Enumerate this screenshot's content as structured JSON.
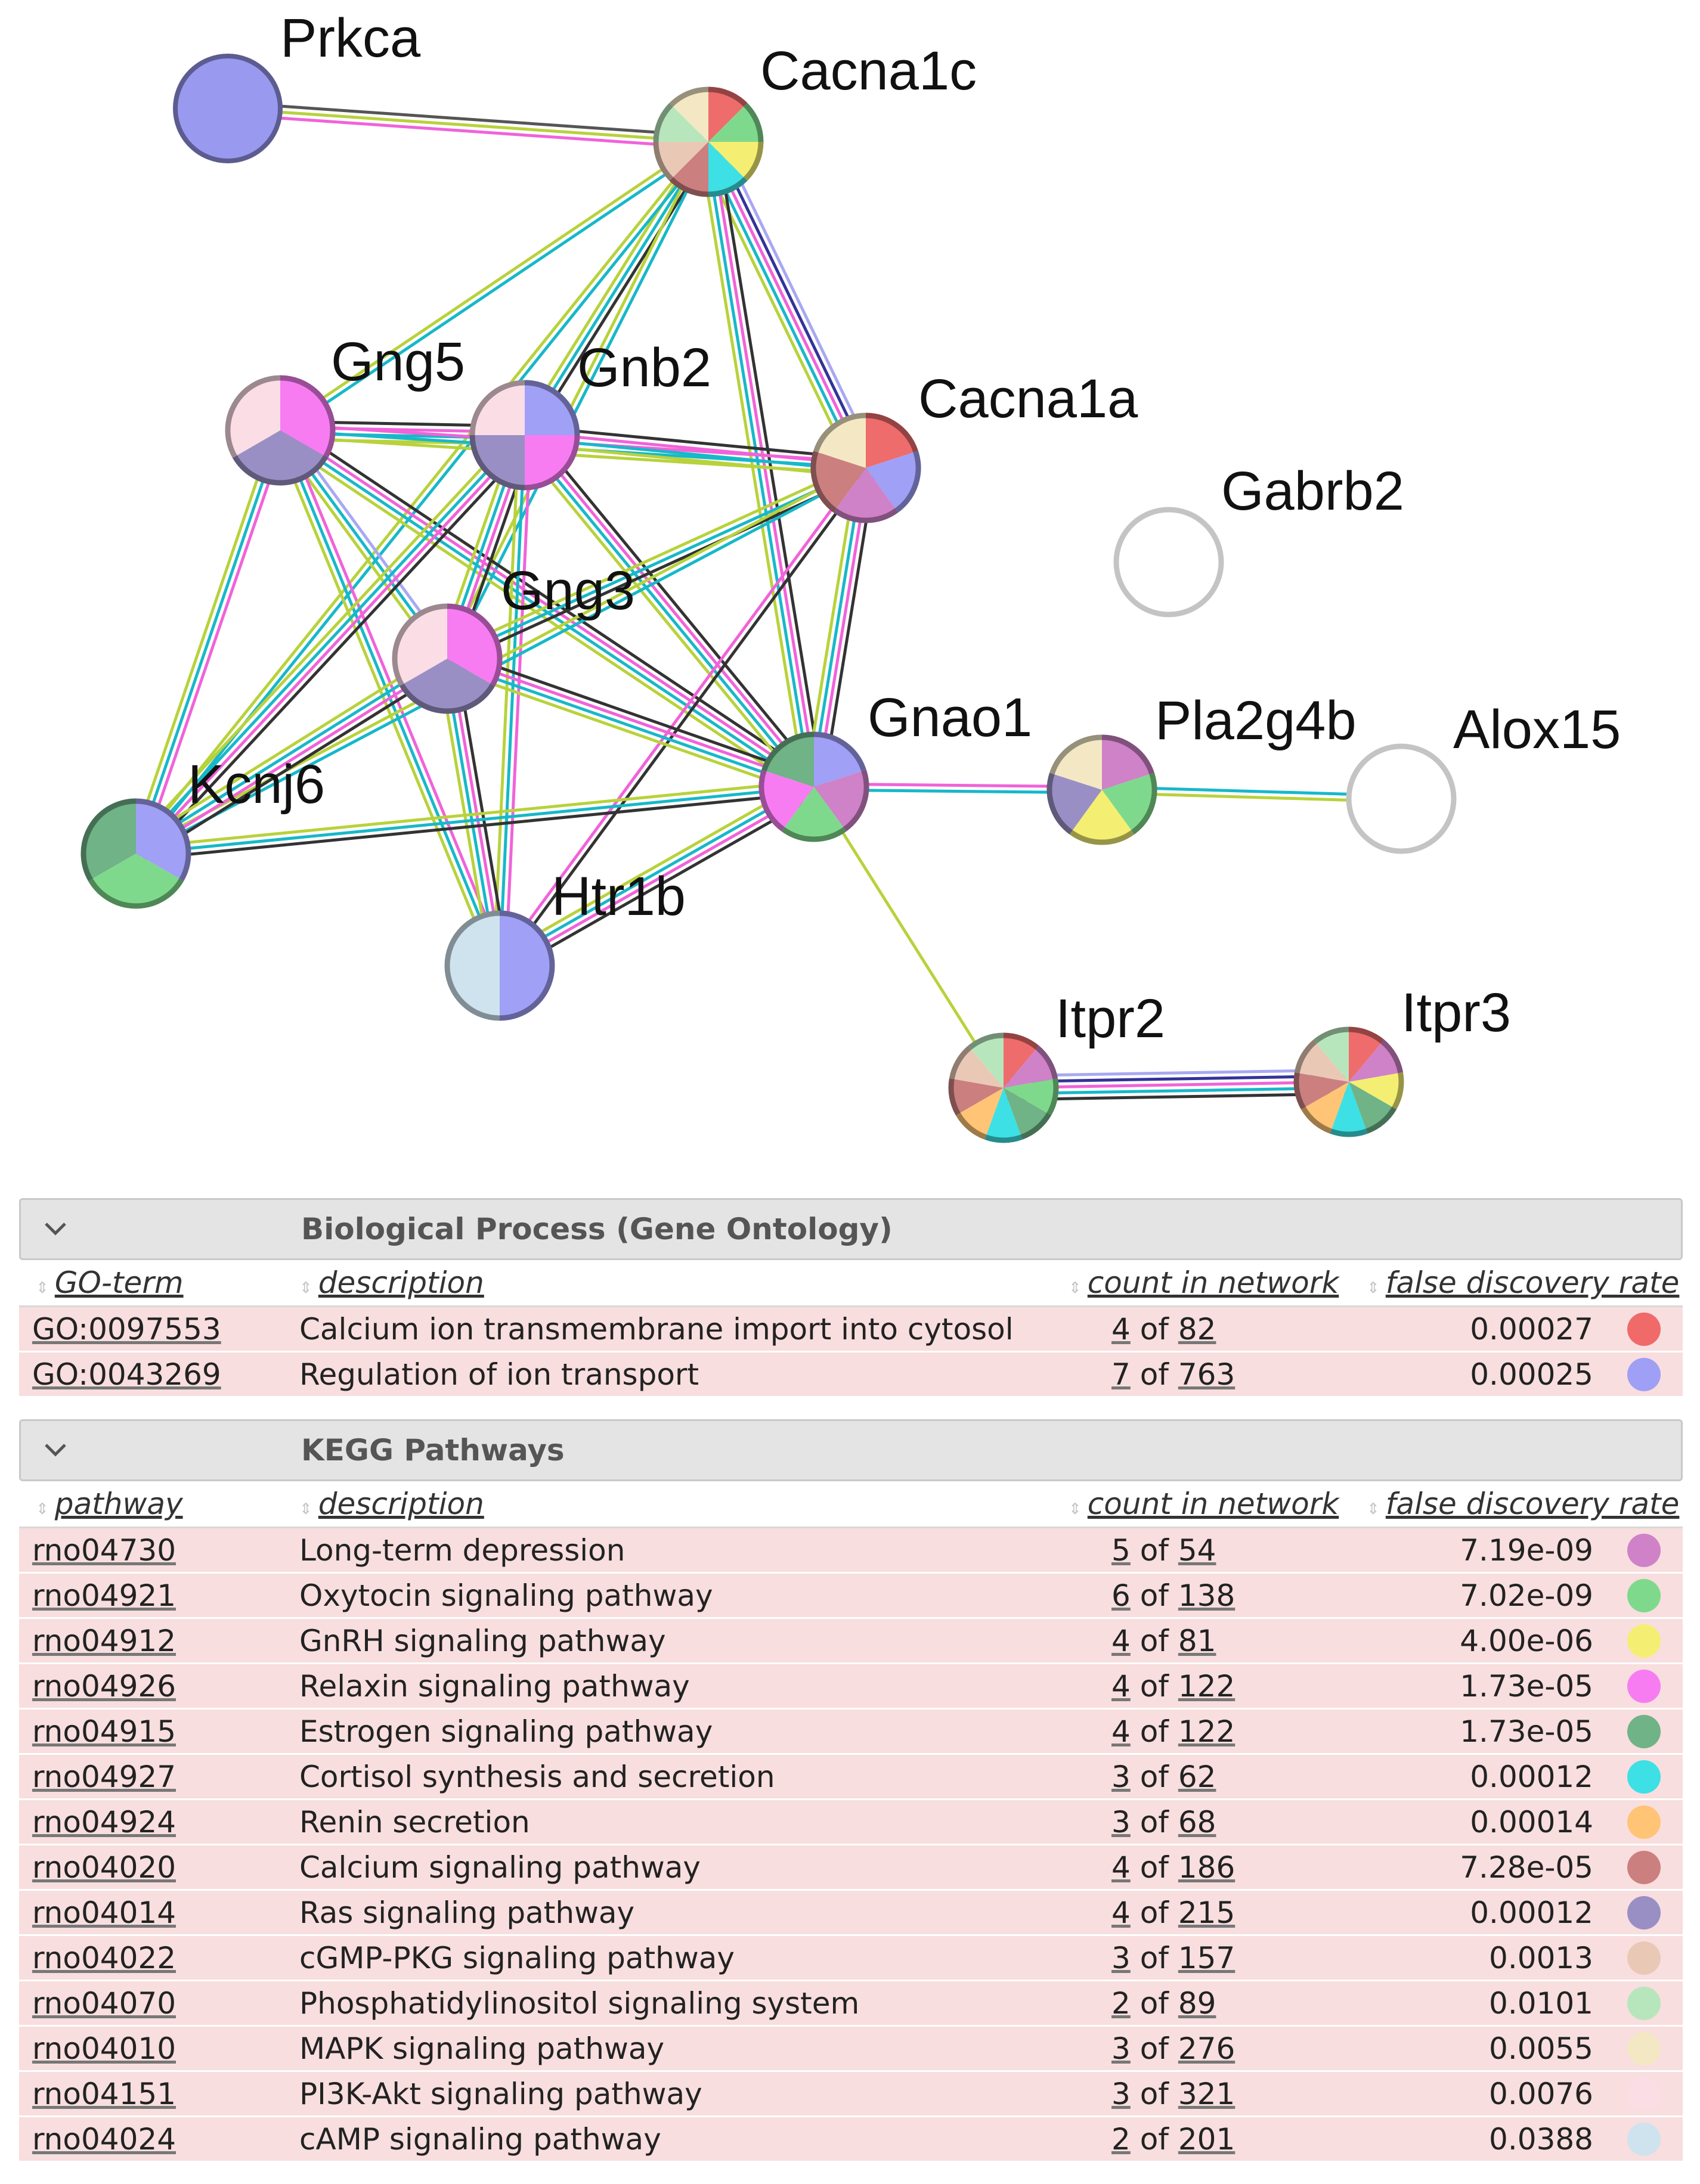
{
  "network": {
    "nodes": [
      {
        "id": "Prkca",
        "label": "Prkca",
        "colors": [
          "#9999f0"
        ]
      },
      {
        "id": "Cacna1c",
        "label": "Cacna1c",
        "colors": [
          "#ee6c6c",
          "#7fd98c",
          "#f4ef72",
          "#3de0e4",
          "#cc7f7f",
          "#e9c9b6",
          "#b8e6bc",
          "#f4e8c4"
        ]
      },
      {
        "id": "Gng5",
        "label": "Gng5",
        "colors": [
          "#f77cf2",
          "#9a8fc4",
          "#fbdde6"
        ]
      },
      {
        "id": "Gnb2",
        "label": "Gnb2",
        "colors": [
          "#a0a0f6",
          "#f77cf2",
          "#9a8fc4",
          "#fbdde6"
        ]
      },
      {
        "id": "Cacna1a",
        "label": "Cacna1a",
        "colors": [
          "#ee6c6c",
          "#a0a0f6",
          "#cf82c8",
          "#cc7f7f",
          "#f4e8c4"
        ]
      },
      {
        "id": "Gabrb2",
        "label": "Gabrb2",
        "colors": []
      },
      {
        "id": "Gng3",
        "label": "Gng3",
        "colors": [
          "#f77cf2",
          "#9a8fc4",
          "#fbdde6"
        ]
      },
      {
        "id": "Gnao1",
        "label": "Gnao1",
        "colors": [
          "#a0a0f6",
          "#cf82c8",
          "#7fd98c",
          "#f77cf2",
          "#6fb387"
        ]
      },
      {
        "id": "Pla2g4b",
        "label": "Pla2g4b",
        "colors": [
          "#cf82c8",
          "#7fd98c",
          "#f4ef72",
          "#9a8fc4",
          "#f4e8c4"
        ]
      },
      {
        "id": "Alox15",
        "label": "Alox15",
        "colors": []
      },
      {
        "id": "Kcnj6",
        "label": "Kcnj6",
        "colors": [
          "#a0a0f6",
          "#7fd98c",
          "#6fb387"
        ]
      },
      {
        "id": "Htr1b",
        "label": "Htr1b",
        "colors": [
          "#a0a0f6",
          "#cfe3ef"
        ]
      },
      {
        "id": "Itpr2",
        "label": "Itpr2",
        "colors": [
          "#ee6c6c",
          "#cf82c8",
          "#7fd98c",
          "#6fb387",
          "#3de0e4",
          "#ffc476",
          "#cc7f7f",
          "#e9c9b6",
          "#b8e6bc"
        ]
      },
      {
        "id": "Itpr3",
        "label": "Itpr3",
        "colors": [
          "#ee6c6c",
          "#cf82c8",
          "#f4ef72",
          "#6fb387",
          "#3de0e4",
          "#ffc476",
          "#cc7f7f",
          "#e9c9b6",
          "#b8e6bc"
        ]
      }
    ],
    "edges": [
      {
        "source": "Prkca",
        "target": "Cacna1c",
        "colors": [
          "#555555",
          "#b8d23c",
          "#f063d9"
        ]
      },
      {
        "source": "Cacna1c",
        "target": "Gng5",
        "colors": [
          "#17b8c9",
          "#b8d23c"
        ]
      },
      {
        "source": "Cacna1c",
        "target": "Gnb2",
        "colors": [
          "#333333",
          "#17b8c9",
          "#b8d23c"
        ]
      },
      {
        "source": "Cacna1c",
        "target": "Cacna1a",
        "colors": [
          "#a8a8f2",
          "#333399",
          "#f063d9",
          "#17b8c9",
          "#b8d23c"
        ]
      },
      {
        "source": "Cacna1c",
        "target": "Gng3",
        "colors": [
          "#17b8c9",
          "#b8d23c"
        ]
      },
      {
        "source": "Cacna1c",
        "target": "Gnao1",
        "colors": [
          "#333333",
          "#f063d9",
          "#17b8c9",
          "#b8d23c"
        ]
      },
      {
        "source": "Cacna1c",
        "target": "Kcnj6",
        "colors": [
          "#17b8c9",
          "#b8d23c"
        ]
      },
      {
        "source": "Gng5",
        "target": "Gnb2",
        "colors": [
          "#333333",
          "#f063d9",
          "#17b8c9",
          "#b8d23c"
        ]
      },
      {
        "source": "Gng5",
        "target": "Cacna1a",
        "colors": [
          "#f063d9",
          "#17b8c9",
          "#b8d23c"
        ]
      },
      {
        "source": "Gng5",
        "target": "Gng3",
        "colors": [
          "#a8a8f2",
          "#17b8c9",
          "#b8d23c"
        ]
      },
      {
        "source": "Gng5",
        "target": "Gnao1",
        "colors": [
          "#333333",
          "#f063d9",
          "#17b8c9",
          "#b8d23c"
        ]
      },
      {
        "source": "Gng5",
        "target": "Kcnj6",
        "colors": [
          "#f063d9",
          "#17b8c9",
          "#b8d23c"
        ]
      },
      {
        "source": "Gng5",
        "target": "Htr1b",
        "colors": [
          "#f063d9",
          "#17b8c9",
          "#b8d23c"
        ]
      },
      {
        "source": "Gnb2",
        "target": "Cacna1a",
        "colors": [
          "#333333",
          "#f063d9",
          "#17b8c9",
          "#b8d23c"
        ]
      },
      {
        "source": "Gnb2",
        "target": "Gng3",
        "colors": [
          "#333333",
          "#f063d9",
          "#17b8c9",
          "#b8d23c"
        ]
      },
      {
        "source": "Gnb2",
        "target": "Gnao1",
        "colors": [
          "#333333",
          "#f063d9",
          "#17b8c9",
          "#b8d23c"
        ]
      },
      {
        "source": "Gnb2",
        "target": "Kcnj6",
        "colors": [
          "#333333",
          "#f063d9",
          "#17b8c9",
          "#b8d23c"
        ]
      },
      {
        "source": "Gnb2",
        "target": "Htr1b",
        "colors": [
          "#f063d9",
          "#17b8c9",
          "#b8d23c"
        ]
      },
      {
        "source": "Cacna1a",
        "target": "Gng3",
        "colors": [
          "#333333",
          "#17b8c9",
          "#b8d23c"
        ]
      },
      {
        "source": "Cacna1a",
        "target": "Gnao1",
        "colors": [
          "#333333",
          "#f063d9",
          "#17b8c9",
          "#b8d23c"
        ]
      },
      {
        "source": "Cacna1a",
        "target": "Htr1b",
        "colors": [
          "#333333",
          "#f063d9"
        ]
      },
      {
        "source": "Cacna1a",
        "target": "Kcnj6",
        "colors": [
          "#17b8c9",
          "#b8d23c"
        ]
      },
      {
        "source": "Gng3",
        "target": "Gnao1",
        "colors": [
          "#333333",
          "#f063d9",
          "#17b8c9",
          "#b8d23c"
        ]
      },
      {
        "source": "Gng3",
        "target": "Kcnj6",
        "colors": [
          "#333333",
          "#f063d9",
          "#17b8c9",
          "#b8d23c"
        ]
      },
      {
        "source": "Gng3",
        "target": "Htr1b",
        "colors": [
          "#333333",
          "#f063d9",
          "#17b8c9",
          "#b8d23c"
        ]
      },
      {
        "source": "Gnao1",
        "target": "Kcnj6",
        "colors": [
          "#333333",
          "#17b8c9",
          "#b8d23c"
        ]
      },
      {
        "source": "Gnao1",
        "target": "Htr1b",
        "colors": [
          "#333333",
          "#f063d9",
          "#17b8c9",
          "#b8d23c"
        ]
      },
      {
        "source": "Gnao1",
        "target": "Pla2g4b",
        "colors": [
          "#f063d9",
          "#17b8c9"
        ]
      },
      {
        "source": "Gnao1",
        "target": "Itpr2",
        "colors": [
          "#b8d23c"
        ]
      },
      {
        "source": "Pla2g4b",
        "target": "Alox15",
        "colors": [
          "#17b8c9",
          "#b8d23c"
        ]
      },
      {
        "source": "Itpr2",
        "target": "Itpr3",
        "colors": [
          "#a8a8f2",
          "#333399",
          "#f063d9",
          "#17b8c9",
          "#333333"
        ]
      }
    ]
  },
  "sections": [
    {
      "title": "Biological Process (Gene Ontology)",
      "col_id": "GO-term",
      "col_desc": "description",
      "col_count": "count in network",
      "col_fdr": "false discovery rate",
      "rows": [
        {
          "id": "GO:0097553",
          "desc": "Calcium ion transmembrane import into cytosol",
          "count": "4",
          "of": "of",
          "total": "82",
          "fdr": "0.00027",
          "color": "#f06a6a"
        },
        {
          "id": "GO:0043269",
          "desc": "Regulation of ion transport",
          "count": "7",
          "of": "of",
          "total": "763",
          "fdr": "0.00025",
          "color": "#9f9ff5"
        }
      ]
    },
    {
      "title": "KEGG Pathways",
      "col_id": "pathway",
      "col_desc": "description",
      "col_count": "count in network",
      "col_fdr": "false discovery rate",
      "rows": [
        {
          "id": "rno04730",
          "desc": "Long-term depression",
          "count": "5",
          "of": "of",
          "total": "54",
          "fdr": "7.19e-09",
          "color": "#cf82c8"
        },
        {
          "id": "rno04921",
          "desc": "Oxytocin signaling pathway",
          "count": "6",
          "of": "of",
          "total": "138",
          "fdr": "7.02e-09",
          "color": "#7fd98c"
        },
        {
          "id": "rno04912",
          "desc": "GnRH signaling pathway",
          "count": "4",
          "of": "of",
          "total": "81",
          "fdr": "4.00e-06",
          "color": "#f4ef72"
        },
        {
          "id": "rno04926",
          "desc": "Relaxin signaling pathway",
          "count": "4",
          "of": "of",
          "total": "122",
          "fdr": "1.73e-05",
          "color": "#f77cf2"
        },
        {
          "id": "rno04915",
          "desc": "Estrogen signaling pathway",
          "count": "4",
          "of": "of",
          "total": "122",
          "fdr": "1.73e-05",
          "color": "#6fb387"
        },
        {
          "id": "rno04927",
          "desc": "Cortisol synthesis and secretion",
          "count": "3",
          "of": "of",
          "total": "62",
          "fdr": "0.00012",
          "color": "#3de0e4"
        },
        {
          "id": "rno04924",
          "desc": "Renin secretion",
          "count": "3",
          "of": "of",
          "total": "68",
          "fdr": "0.00014",
          "color": "#ffc476"
        },
        {
          "id": "rno04020",
          "desc": "Calcium signaling pathway",
          "count": "4",
          "of": "of",
          "total": "186",
          "fdr": "7.28e-05",
          "color": "#cc7f7f"
        },
        {
          "id": "rno04014",
          "desc": "Ras signaling pathway",
          "count": "4",
          "of": "of",
          "total": "215",
          "fdr": "0.00012",
          "color": "#9a8fc4"
        },
        {
          "id": "rno04022",
          "desc": "cGMP-PKG signaling pathway",
          "count": "3",
          "of": "of",
          "total": "157",
          "fdr": "0.0013",
          "color": "#e9c9b6"
        },
        {
          "id": "rno04070",
          "desc": "Phosphatidylinositol signaling system",
          "count": "2",
          "of": "of",
          "total": "89",
          "fdr": "0.0101",
          "color": "#b8e6bc"
        },
        {
          "id": "rno04010",
          "desc": "MAPK signaling pathway",
          "count": "3",
          "of": "of",
          "total": "276",
          "fdr": "0.0055",
          "color": "#f4e8c4"
        },
        {
          "id": "rno04151",
          "desc": "PI3K-Akt signaling pathway",
          "count": "3",
          "of": "of",
          "total": "321",
          "fdr": "0.0076",
          "color": "#fbdde6"
        },
        {
          "id": "rno04024",
          "desc": "cAMP signaling pathway",
          "count": "2",
          "of": "of",
          "total": "201",
          "fdr": "0.0388",
          "color": "#cfe3ef"
        }
      ]
    }
  ]
}
